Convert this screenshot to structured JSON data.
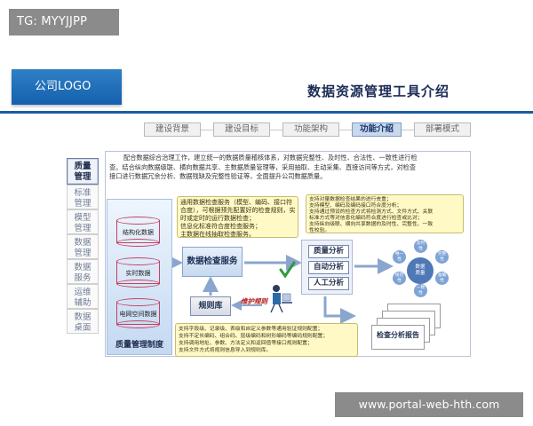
{
  "watermark": {
    "tg_label": "TG: MYYJJPP",
    "url_label": "www.portal-web-hth.com"
  },
  "header": {
    "logo": "公司LOGO",
    "title": "数据资源管理工具介绍"
  },
  "top_tabs": [
    {
      "label": "建设背景",
      "active": false
    },
    {
      "label": "建设目标",
      "active": false
    },
    {
      "label": "功能架构",
      "active": false
    },
    {
      "label": "功能介绍",
      "active": true
    },
    {
      "label": "部署模式",
      "active": false
    }
  ],
  "side_tabs": [
    {
      "line1": "质量",
      "line2": "管理",
      "active": true
    },
    {
      "line1": "标准",
      "line2": "管理",
      "active": false
    },
    {
      "line1": "模型",
      "line2": "管理",
      "active": false
    },
    {
      "line1": "数据",
      "line2": "管理",
      "active": false
    },
    {
      "line1": "数据",
      "line2": "服务",
      "active": false
    },
    {
      "line1": "运维",
      "line2": "辅助",
      "active": false
    },
    {
      "line1": "数据",
      "line2": "桌面",
      "active": false
    }
  ],
  "intro": {
    "lines": [
      "配合数据综合治理工作，建立统一的数据质量稽核体系，对数据完整性、及时性、合法性、一致性进行检",
      "查。结合纵向数据级联、横向数据共享、主数据质量管理等，采用抽取、主动采集、直接访问等方式，对检查",
      "接口进行数据冗余分析、数据残缺及完整性验证等，全面提升公司数据质量。"
    ]
  },
  "diagram": {
    "management_label": "质量管理制度",
    "databases": [
      "结构化数据",
      "实时数据",
      "电网空间数据"
    ],
    "check_service": "数据检查服务",
    "rule_lib": "规则库",
    "maintain_rule": "维护规则",
    "callout_left": [
      "通用数据检查服务（模型、编码、接口符",
      "合度），可根据预先配置好的检查规则，实",
      "时或定时的运行数据检查；",
      "信息化标准符合度检查服务；",
      "主数据在线抽取检查服务。"
    ],
    "callout_right": [
      "支持对量数据检查结果的进行去重；",
      "支持模型、编码及编码接口符合度分析；",
      "支持通过预设的检查方式将检测方式、文件方式、关联",
      "标准方式等对信息化编码符合度进行检查或比对；",
      "支持纵向级联、横向共享数据的及时性、完整性、一致",
      "性校验。"
    ],
    "callout_bottom": [
      "支持字段级、记录级、表级和自定义参数等通用验证规则配置；",
      "支持不定长编码、组合码、层级编码和树形编码等编码规则配置；",
      "支持调用地址、参数、方法定义和返回值等接口规则配置；",
      "支持文件方式将规则信息导入到规则库。"
    ],
    "analysis": [
      "质量分析",
      "自动分析",
      "人工分析"
    ],
    "hub_line1": "数据",
    "hub_line2": "质量",
    "satellites": [
      {
        "line1": "及时",
        "line2": "性"
      },
      {
        "line1": "完整",
        "line2": "性"
      },
      {
        "line1": "准确",
        "line2": "性"
      },
      {
        "line1": "一致",
        "line2": "性"
      },
      {
        "line1": "规范",
        "line2": "性"
      },
      {
        "line1": "唯一",
        "line2": "性"
      }
    ],
    "report": "检查分析报告"
  }
}
